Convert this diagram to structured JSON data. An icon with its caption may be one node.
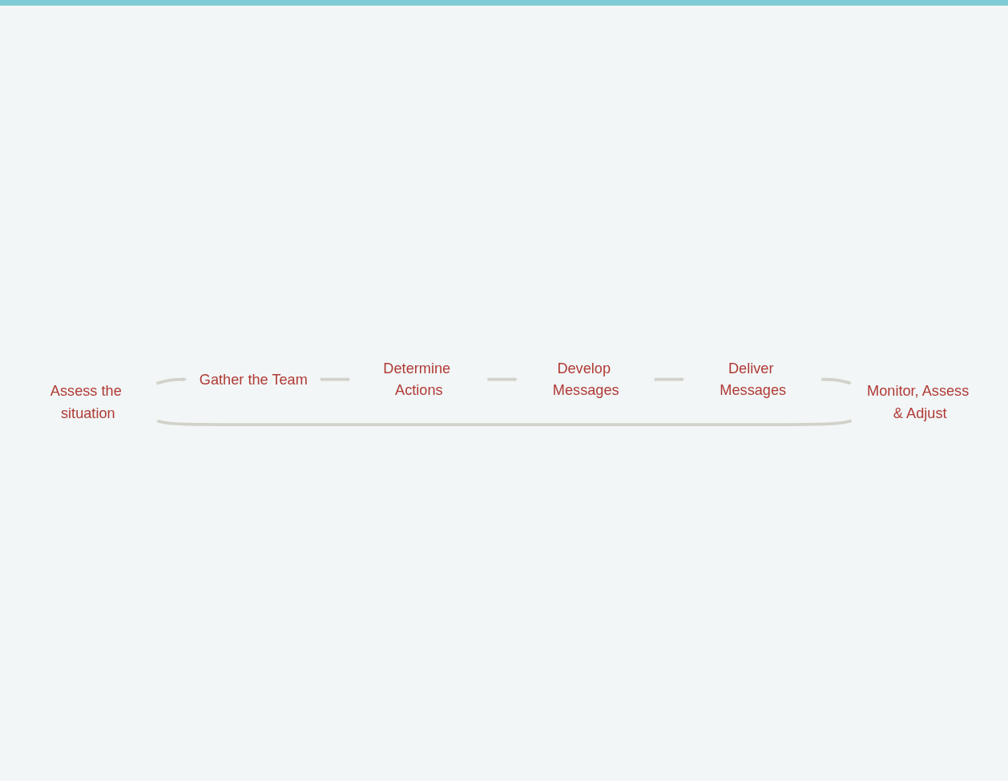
{
  "diagram": {
    "nodes": [
      {
        "text": [
          "Assess the situation"
        ]
      },
      {
        "text": [
          "Gather the Team"
        ]
      },
      {
        "text": [
          "Determine Actions"
        ]
      },
      {
        "text": [
          "Develop Messages"
        ]
      },
      {
        "text": [
          "Deliver Messages"
        ]
      },
      {
        "text": [
          "Monitor, Assess & Adjust"
        ]
      }
    ],
    "edges": [
      {
        "from": 0,
        "to": 1,
        "arrow": "to"
      },
      {
        "from": 1,
        "to": 2,
        "arrow": "to"
      },
      {
        "from": 2,
        "to": 3,
        "arrow": "to"
      },
      {
        "from": 3,
        "to": 4,
        "arrow": "to"
      },
      {
        "from": 4,
        "to": 5,
        "arrow": "to"
      },
      {
        "from": 5,
        "to": 0,
        "arrow": "to"
      }
    ]
  }
}
